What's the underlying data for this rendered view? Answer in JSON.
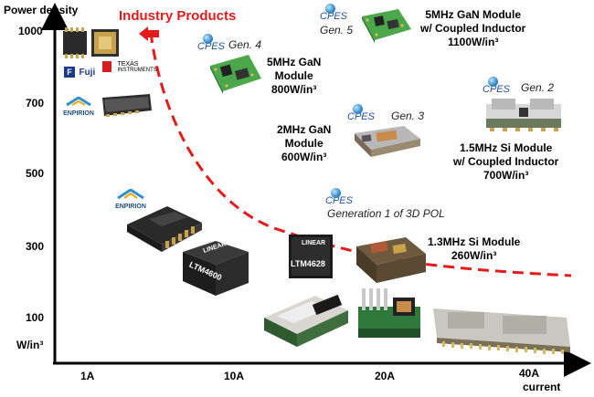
{
  "chart_data": {
    "type": "scatter",
    "ylabel": "Power density",
    "yunit": "W/in³",
    "xlabel": "current",
    "x_ticks": [
      "1A",
      "10A",
      "20A",
      "40A"
    ],
    "y_ticks": [
      "1000",
      "700",
      "500",
      "300",
      "100"
    ],
    "trend_label": "Industry Products",
    "trend_color": "#e31b1b",
    "points": [
      {
        "label": "5MHz GaN Module w/ Coupled Inductor 1100W/in³",
        "x": "20A",
        "y": 1100,
        "tag": "Gen. 5"
      },
      {
        "label": "5MHz GaN Module 800W/in³",
        "x": "10A",
        "y": 800,
        "tag": "Gen. 4"
      },
      {
        "label": "2MHz GaN Module 600W/in³",
        "x": "10A-20A",
        "y": 600,
        "tag": "Gen. 3"
      },
      {
        "label": "1.5MHz Si Module w/ Coupled Inductor 700W/in³",
        "x": "40A",
        "y": 700,
        "tag": "Gen. 2"
      },
      {
        "label": "1.3MHz Si Module 260W/in³",
        "x": "20A",
        "y": 260,
        "tag": "Generation 1 of 3D POL"
      }
    ]
  },
  "axis": {
    "y_title": "Power density",
    "y_unit": "W/in³",
    "x_title": "current",
    "y_ticks": [
      "1000",
      "700",
      "500",
      "300",
      "100"
    ],
    "x_ticks": [
      "1A",
      "10A",
      "20A",
      "40A"
    ]
  },
  "trend": {
    "title": "Industry Products"
  },
  "modules": {
    "gen5": {
      "tag": "Gen. 5",
      "line1": "5MHz GaN Module",
      "line2": "w/ Coupled Inductor",
      "line3": "1100W/in³"
    },
    "gen4": {
      "tag": "Gen. 4",
      "line1": "5MHz GaN",
      "line2": "Module",
      "line3": "800W/in³"
    },
    "gen3": {
      "tag": "Gen. 3",
      "line1": "2MHz GaN",
      "line2": "Module",
      "line3": "600W/in³"
    },
    "gen2": {
      "tag": "Gen. 2",
      "line1": "1.5MHz Si Module",
      "line2": "w/ Coupled Inductor",
      "line3": "700W/in³"
    },
    "gen1": {
      "tag": "Generation 1 of 3D POL",
      "line1": "1.3MHz Si Module",
      "line2": "260W/in³"
    }
  },
  "brands": {
    "cpes": "CPES",
    "fuji": "Fuji",
    "ti_line1": "TEXAS",
    "ti_line2": "INSTRUMENTS",
    "enpirion": "ENPIRION",
    "linear": "LINEAR",
    "ltm4600": "LTM4600",
    "ltm4628": "LTM4628"
  },
  "icons": [
    "red-arrow-icon",
    "cpes-globe-icon",
    "fuji-logo-icon",
    "ti-logo-icon",
    "enpirion-logo-icon"
  ]
}
